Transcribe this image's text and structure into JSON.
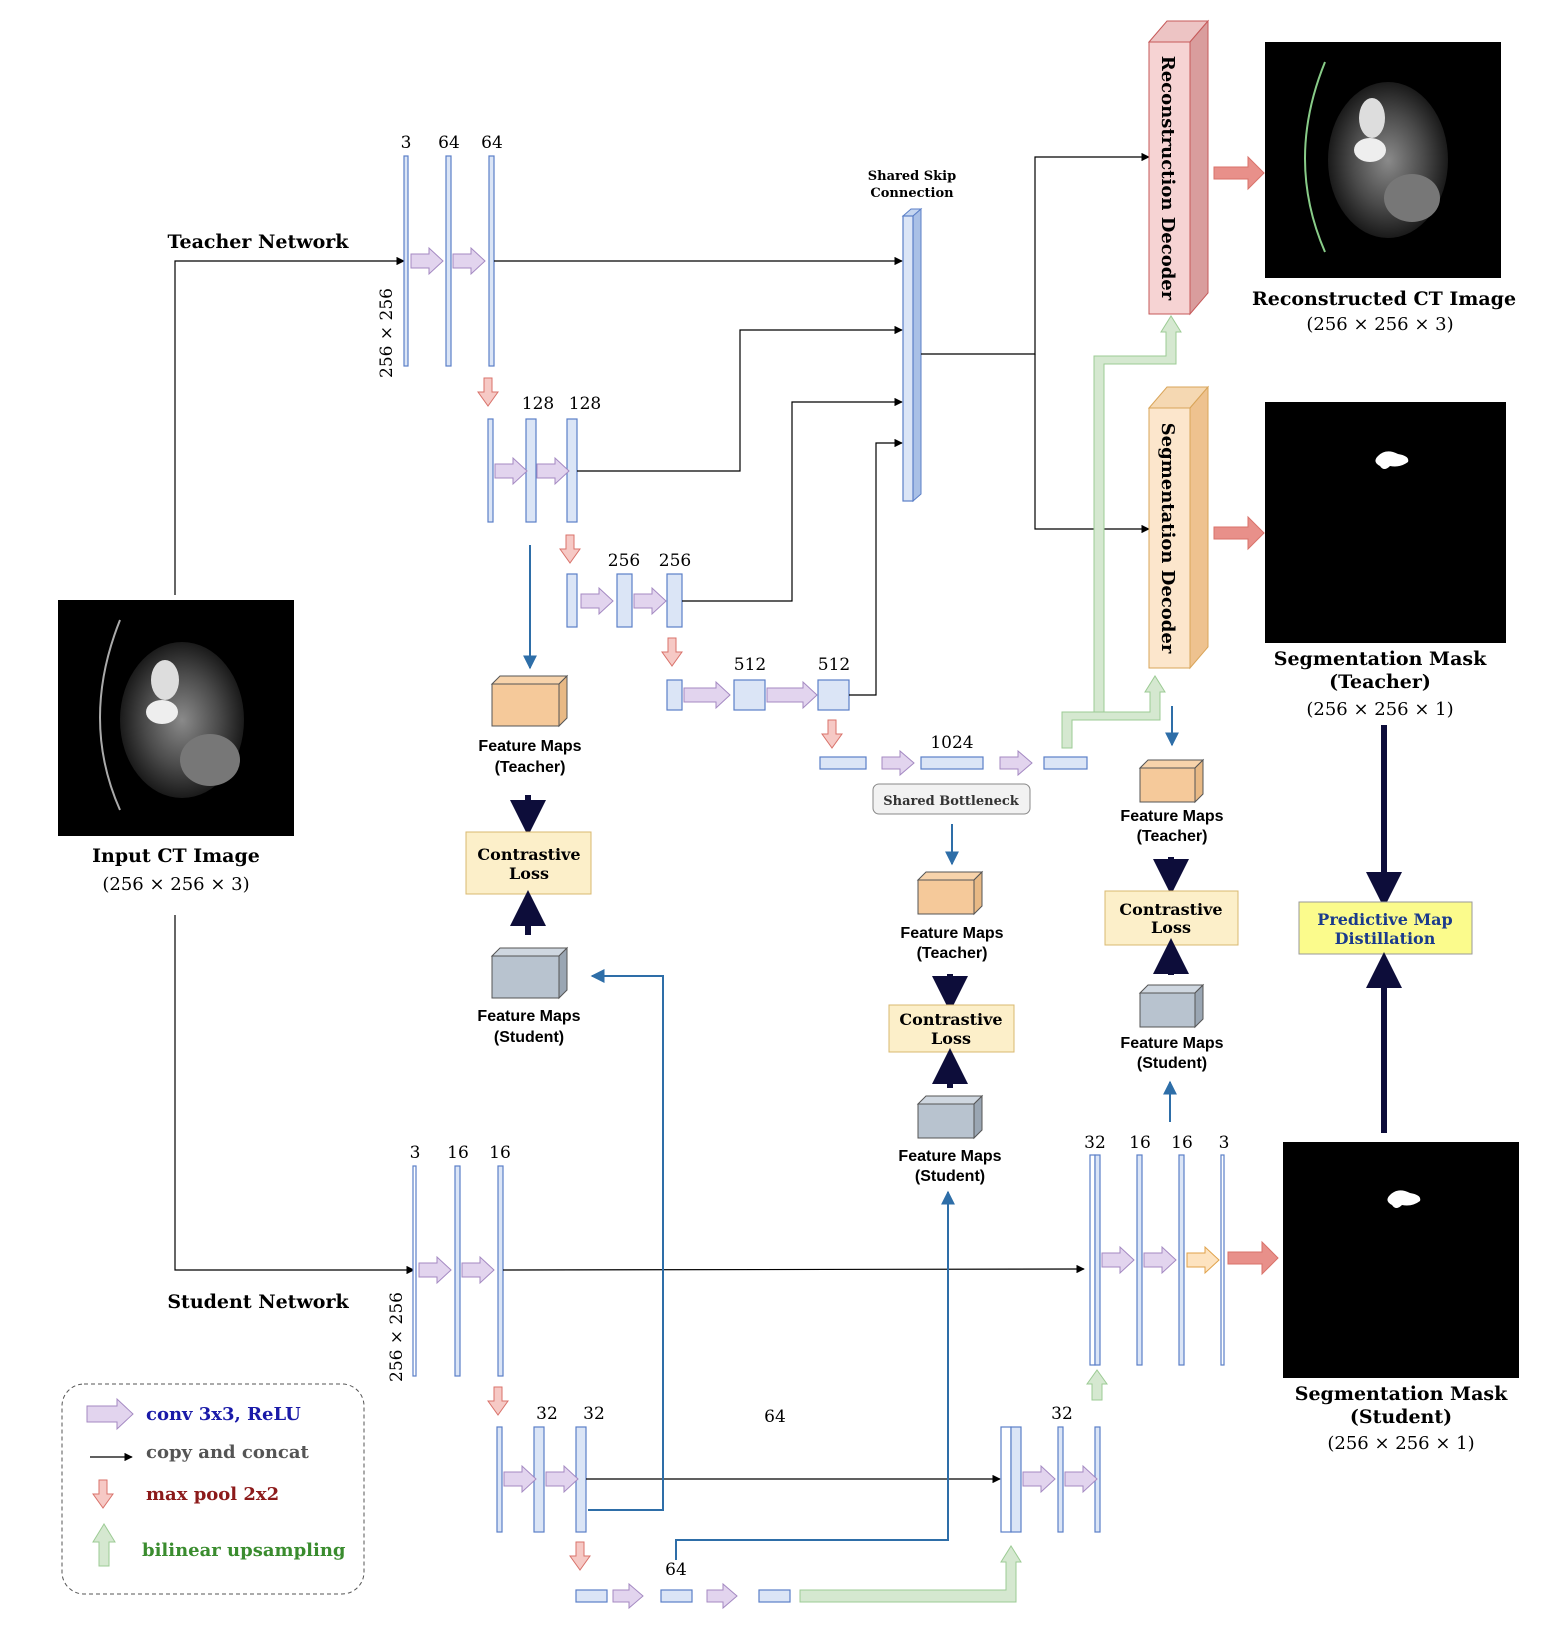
{
  "input": {
    "title": "Input CT Image",
    "shape": "(256 × 256 × 3)"
  },
  "teacher": {
    "label": "Teacher Network",
    "resolution": "256 × 256",
    "l1": [
      "3",
      "64",
      "64"
    ],
    "l2": [
      "128",
      "128"
    ],
    "l3": [
      "256",
      "256"
    ],
    "l4": [
      "512",
      "512"
    ],
    "bottleneck_channels": "1024",
    "shared_bottleneck": "Shared Bottleneck",
    "shared_skip": [
      "Shared Skip",
      "Connection"
    ],
    "recon_decoder": "Reconstruction Decoder",
    "seg_decoder": "Segmentation Decoder"
  },
  "student": {
    "label": "Student Network",
    "resolution": "256 × 256",
    "l1": [
      "3",
      "16",
      "16"
    ],
    "l2": [
      "32",
      "32"
    ],
    "bottleneck": "64",
    "concat": "64",
    "dec2": "32",
    "dec1": [
      "32",
      "16",
      "16",
      "3"
    ]
  },
  "outputs": {
    "recon": {
      "title": "Reconstructed CT Image",
      "shape": "(256 × 256 × 3)"
    },
    "teacher_mask": {
      "title": [
        "Segmentation Mask",
        "(Teacher)"
      ],
      "shape": "(256 × 256 × 1)"
    },
    "student_mask": {
      "title": [
        "Segmentation Mask",
        "(Student)"
      ],
      "shape": "(256 × 256 × 1)"
    }
  },
  "contrast": {
    "fmap_labels": {
      "teacher": [
        "Feature Maps",
        "(Teacher)"
      ],
      "student": [
        "Feature Maps",
        "(Student)"
      ]
    },
    "loss": [
      "Contrastive",
      "Loss"
    ]
  },
  "distill": {
    "pmd": [
      "Predictive Map",
      "Distillation"
    ]
  },
  "legend": {
    "conv": "conv 3x3, ReLU",
    "copy": "copy and concat",
    "maxpool": "max pool 2x2",
    "upsample": "bilinear upsampling"
  },
  "colors": {
    "block_fill": "#dbe5f6",
    "block_stroke": "#5b7fc7",
    "conv_arrow": "#e2d4ee",
    "maxpool_arrow": "#f6c9c5",
    "upsample_arrow": "#d5e8d0",
    "skip_blue": "#2e6ea8",
    "recon_decoder": "#f6d3d3",
    "seg_decoder": "#fce6cc",
    "teacher_fmap": "#f5c99a",
    "student_fmap": "#b8c3cf",
    "contrastive_box": "#fcefc9",
    "distillation_box": "#fbfb8c"
  }
}
